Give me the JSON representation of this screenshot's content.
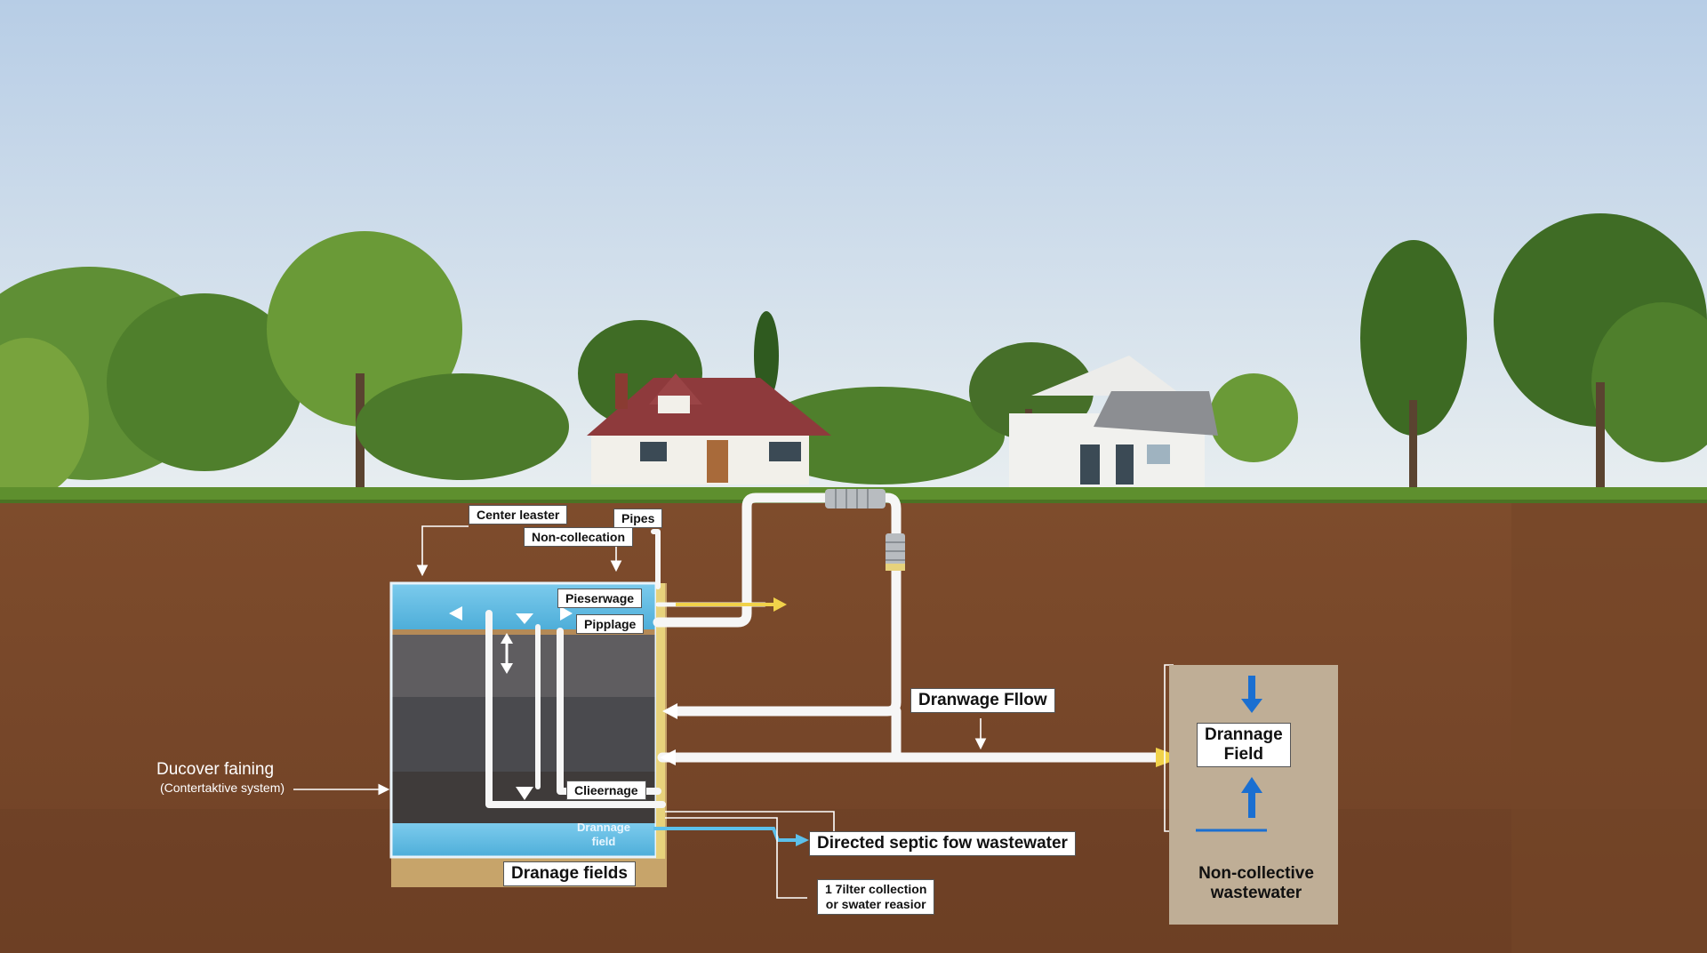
{
  "labels": {
    "center_leaster": "Center leaster",
    "pipes": "Pipes",
    "non_collecation": "Non-collecation",
    "pieserwage": "Pieserwage",
    "pipplage": "Pipplage",
    "clieernage": "Clieernage",
    "drannage_field_small_1": "Drannage",
    "drannage_field_small_2": "field",
    "dranage_fields": "Dranage fields",
    "ducover_faining": "Ducover faining",
    "contertaktive_system": "(Contertaktive system)",
    "dranwage_flow": "Dranwage Fllow",
    "directed_septic_flow": "Directed septic fow wastewater",
    "filter_collection_1": "1 7ilter collection",
    "filter_collection_2": "or swater reasior",
    "drannage_field_1": "Drannage",
    "drannage_field_2": "Field",
    "non_collective_1": "Non-collective",
    "non_collective_2": "wastewater"
  },
  "colors": {
    "sky_top": "#b9cfe6",
    "sky_bottom": "#e6ecf0",
    "soil": "#7b4a2c",
    "grass": "#5e8f2e",
    "tank_water": "#6ec3e6",
    "drain_field": "#bfae96",
    "arrow_blue": "#1a6fd1",
    "arrow_yellow": "#f1d24a",
    "pipe": "#f4f4f4"
  }
}
